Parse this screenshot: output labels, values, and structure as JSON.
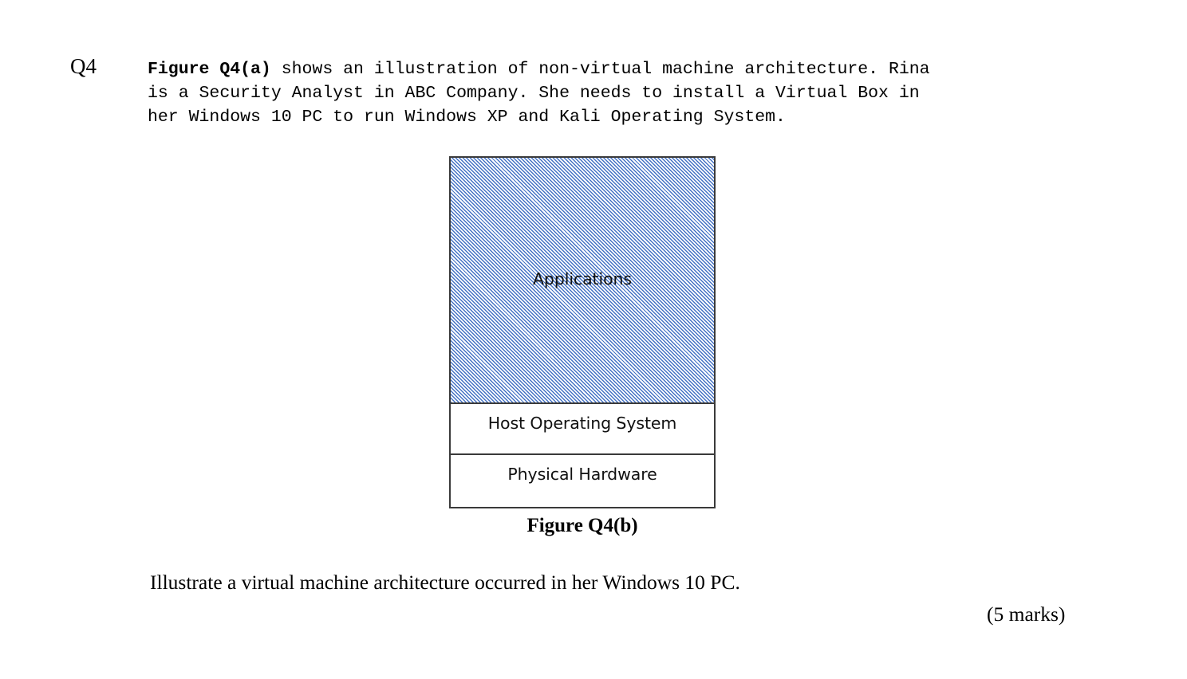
{
  "question": {
    "number": "Q4",
    "body_lines": [
      {
        "bold_prefix": "Figure Q4(a)",
        "rest": " shows an illustration of non-virtual machine architecture. Rina"
      },
      {
        "bold_prefix": "",
        "rest": "is a Security Analyst in ABC Company. She needs to install a Virtual Box in"
      },
      {
        "bold_prefix": "",
        "rest": "her Windows 10 PC to run Windows XP and Kali Operating System."
      }
    ],
    "prompt": "Illustrate a virtual machine architecture occurred in her Windows 10 PC.",
    "marks": "(5 marks)"
  },
  "figure": {
    "caption": "Figure Q4(b)",
    "layers": [
      {
        "label": "Applications",
        "fill": "hatched-blue"
      },
      {
        "label": "Host Operating System",
        "fill": "white"
      },
      {
        "label": "Physical Hardware",
        "fill": "white"
      }
    ]
  },
  "colors": {
    "hatch_blue": "#4472C4",
    "border": "#3A3A3A",
    "text": "#000000",
    "page_background": "#FFFFFF"
  }
}
